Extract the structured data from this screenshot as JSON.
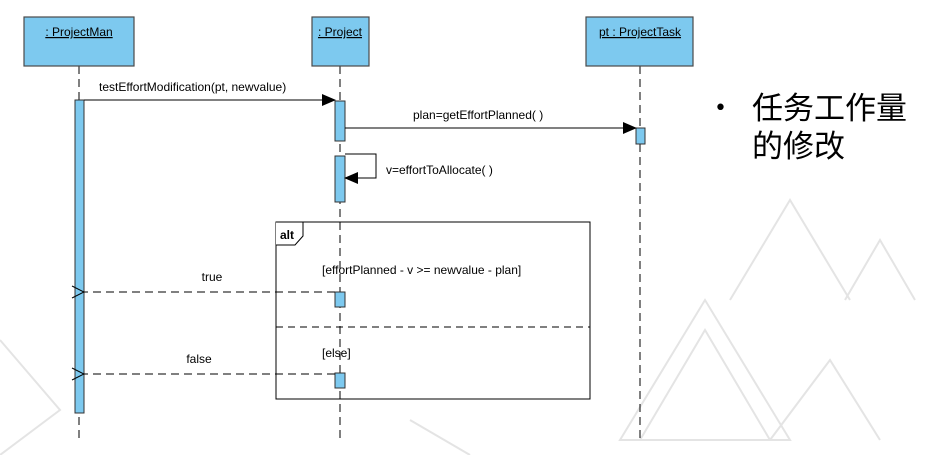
{
  "diagram": {
    "lifelines": [
      {
        "id": "pm",
        "label": ": ProjectMan"
      },
      {
        "id": "proj",
        "label": ": Project"
      },
      {
        "id": "pt",
        "label": "pt : ProjectTask"
      }
    ],
    "messages": {
      "test_effort": "testEffortModification(pt, newvalue)",
      "plan": "plan=getEffortPlanned( )",
      "effort_alloc": "v=effortToAllocate( )",
      "return_true": "true",
      "return_false": "false"
    },
    "fragment": {
      "operator": "alt",
      "guard_1": "[effortPlanned - v >= newvalue - plan]",
      "guard_2": "[else]"
    }
  },
  "slide": {
    "bullet_marker": "•",
    "bullet_text": "任务工作量的修改"
  },
  "colors": {
    "lifeline_fill": "#7dc9ef",
    "lifeline_stroke": "#4a4a4a",
    "line": "#000000",
    "watermark": "#e2e2e2"
  }
}
